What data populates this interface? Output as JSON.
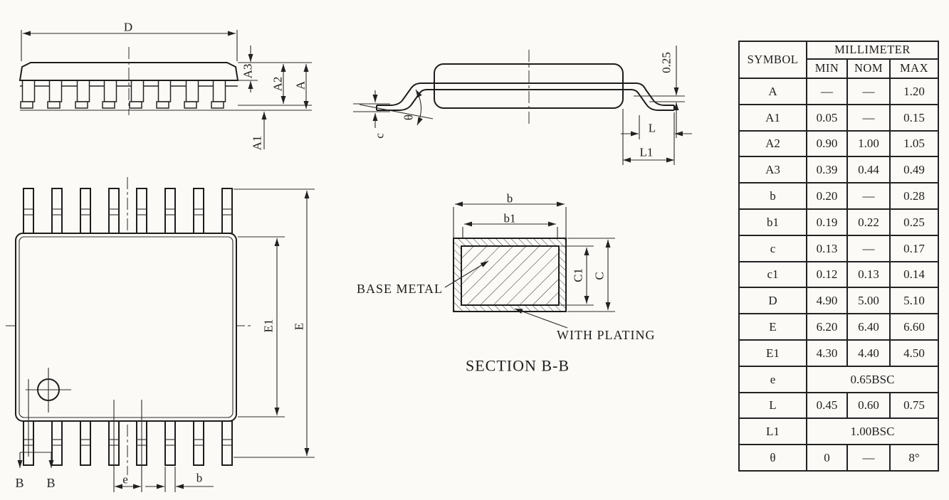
{
  "colors": {
    "ink": "#222222",
    "paper": "#fbfaf6"
  },
  "views": {
    "front": {
      "d": "D",
      "a3": "A3",
      "a2": "A2",
      "a": "A",
      "a1": "A1"
    },
    "side": {
      "standoff": "0.25",
      "l": "L",
      "l1": "L1",
      "theta": "θ",
      "c": "c"
    },
    "top": {
      "e1": "E1",
      "e_overall": "E",
      "pitch": "e",
      "b": "b",
      "section_b_left": "B",
      "section_b_right": "B"
    },
    "section": {
      "b": "b",
      "b1": "b1",
      "c1": "C1",
      "c": "C",
      "base_metal": "BASE METAL",
      "with_plating": "WITH PLATING",
      "caption": "SECTION B-B"
    }
  },
  "table": {
    "header": {
      "symbol": "SYMBOL",
      "unit": "MILLIMETER",
      "min": "MIN",
      "nom": "NOM",
      "max": "MAX"
    },
    "rows": [
      {
        "symbol": "A",
        "min": "—",
        "nom": "—",
        "max": "1.20"
      },
      {
        "symbol": "A1",
        "min": "0.05",
        "nom": "—",
        "max": "0.15"
      },
      {
        "symbol": "A2",
        "min": "0.90",
        "nom": "1.00",
        "max": "1.05"
      },
      {
        "symbol": "A3",
        "min": "0.39",
        "nom": "0.44",
        "max": "0.49"
      },
      {
        "symbol": "b",
        "min": "0.20",
        "nom": "—",
        "max": "0.28"
      },
      {
        "symbol": "b1",
        "min": "0.19",
        "nom": "0.22",
        "max": "0.25"
      },
      {
        "symbol": "c",
        "min": "0.13",
        "nom": "—",
        "max": "0.17"
      },
      {
        "symbol": "c1",
        "min": "0.12",
        "nom": "0.13",
        "max": "0.14"
      },
      {
        "symbol": "D",
        "min": "4.90",
        "nom": "5.00",
        "max": "5.10"
      },
      {
        "symbol": "E",
        "min": "6.20",
        "nom": "6.40",
        "max": "6.60"
      },
      {
        "symbol": "E1",
        "min": "4.30",
        "nom": "4.40",
        "max": "4.50"
      },
      {
        "symbol": "e",
        "value": "0.65BSC"
      },
      {
        "symbol": "L",
        "min": "0.45",
        "nom": "0.60",
        "max": "0.75"
      },
      {
        "symbol": "L1",
        "value": "1.00BSC"
      },
      {
        "symbol": "θ",
        "min": "0",
        "nom": "—",
        "max": "8°"
      }
    ]
  }
}
